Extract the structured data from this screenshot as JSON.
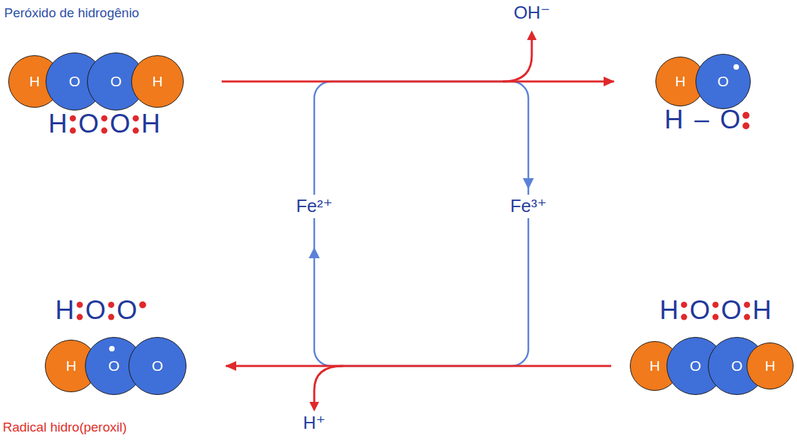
{
  "diagram": {
    "nodes": [
      {
        "text": [
          "H"
        ]
      },
      {
        "text": [
          "O"
        ]
      },
      {
        "text": [
          "O"
        ]
      },
      {
        "text": [
          "H"
        ]
      },
      {
        "text": [
          "H"
        ]
      },
      {
        "text": [
          "O"
        ]
      },
      {
        "text": [
          "H"
        ]
      },
      {
        "text": [
          "O"
        ]
      },
      {
        "text": [
          "O"
        ]
      },
      {
        "text": [
          "H"
        ]
      },
      {
        "text": [
          "O"
        ]
      },
      {
        "text": [
          "O"
        ]
      },
      {
        "text": [
          "H"
        ]
      }
    ],
    "edges": [
      {
        "from": 3,
        "to": 4,
        "arrow": "to"
      },
      {
        "from": 9,
        "to": 8,
        "arrow": "to"
      }
    ],
    "labels": [
      "Peróxido de hidrogênio",
      "HOOH",
      "OH⁻",
      "H–O",
      "Fe²⁺",
      "Fe³⁺",
      "HOO",
      "HOOH",
      "Radical hidro(peroxil)",
      "H⁺"
    ]
  }
}
